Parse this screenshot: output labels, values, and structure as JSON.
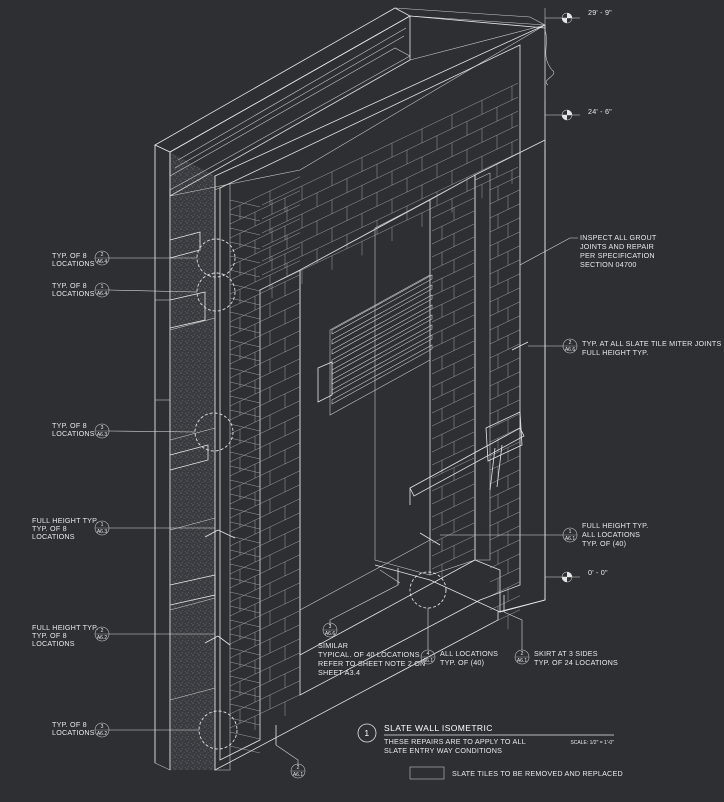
{
  "elevations": [
    {
      "id": "elev-top",
      "label": "29' - 9\""
    },
    {
      "id": "elev-mid",
      "label": "24' - 6\""
    },
    {
      "id": "elev-zero",
      "label": "0' - 0\""
    }
  ],
  "callouts": [
    {
      "num": "2",
      "sheet": "A6.4",
      "lines": [
        "TYP. OF 8",
        "LOCATIONS"
      ]
    },
    {
      "num": "1",
      "sheet": "A6.4",
      "lines": [
        "TYP. OF 8",
        "LOCATIONS"
      ]
    },
    {
      "num": "3",
      "sheet": "A6.3",
      "lines": [
        "TYP. OF 8",
        "LOCATIONS"
      ]
    },
    {
      "num": "1",
      "sheet": "A6.3",
      "lines": [
        "FULL HEIGHT TYP.",
        "TYP. OF 8",
        "LOCATIONS"
      ]
    },
    {
      "num": "2",
      "sheet": "A6.2",
      "lines": [
        "FULL HEIGHT TYP.",
        "TYP. OF 8",
        "LOCATIONS"
      ]
    },
    {
      "num": "3",
      "sheet": "A6.2",
      "lines": [
        "TYP. OF 8",
        "LOCATIONS"
      ]
    }
  ],
  "notes": {
    "grout": [
      "INSPECT ALL GROUT",
      "JOINTS AND REPAIR",
      "PER SPECIFICATION",
      "SECTION 04700"
    ],
    "miter": {
      "num": "2",
      "sheet": "A6.6",
      "text": "TYP. AT ALL SLATE TILE MITER JOINTS",
      "text2": "FULL HEIGHT TYP."
    },
    "full_height_right": {
      "num": "1",
      "sheet": "A6.1",
      "lines": [
        "FULL HEIGHT TYP.",
        "ALL LOCATIONS",
        "TYP. OF (40)"
      ]
    },
    "similar": {
      "num": "3",
      "sheet": "A6.6",
      "lines": [
        "SIMILAR",
        "TYPICAL. OF 40 LOCATIONS",
        "REFER TO SHEET NOTE 2 ON",
        "SHEET A3.4"
      ]
    },
    "all_locations": {
      "num": "4",
      "sheet": "A6.1",
      "lines": [
        "ALL LOCATIONS",
        "TYP. OF (40)"
      ]
    },
    "skirt": {
      "num": "2",
      "sheet": "A6.1",
      "lines": [
        "SKIRT AT 3 SIDES",
        "TYP. OF 24 LOCATIONS"
      ]
    },
    "bottom_tag": {
      "num": "2",
      "sheet": "A6.1"
    }
  },
  "title_block": {
    "number": "1",
    "title": "SLATE WALL ISOMETRIC",
    "sub1": "THESE REPAIRS ARE TO APPLY TO ALL",
    "sub2": "SLATE ENTRY WAY CONDITIONS",
    "scale": "SCALE: 1/2\" = 1'-0\""
  },
  "legend": {
    "text": "SLATE TILES TO BE REMOVED AND REPLACED"
  },
  "colors": {
    "background": "#2e2f33",
    "linework": "#e6e6e6",
    "hatch": "#8a8a8a"
  }
}
